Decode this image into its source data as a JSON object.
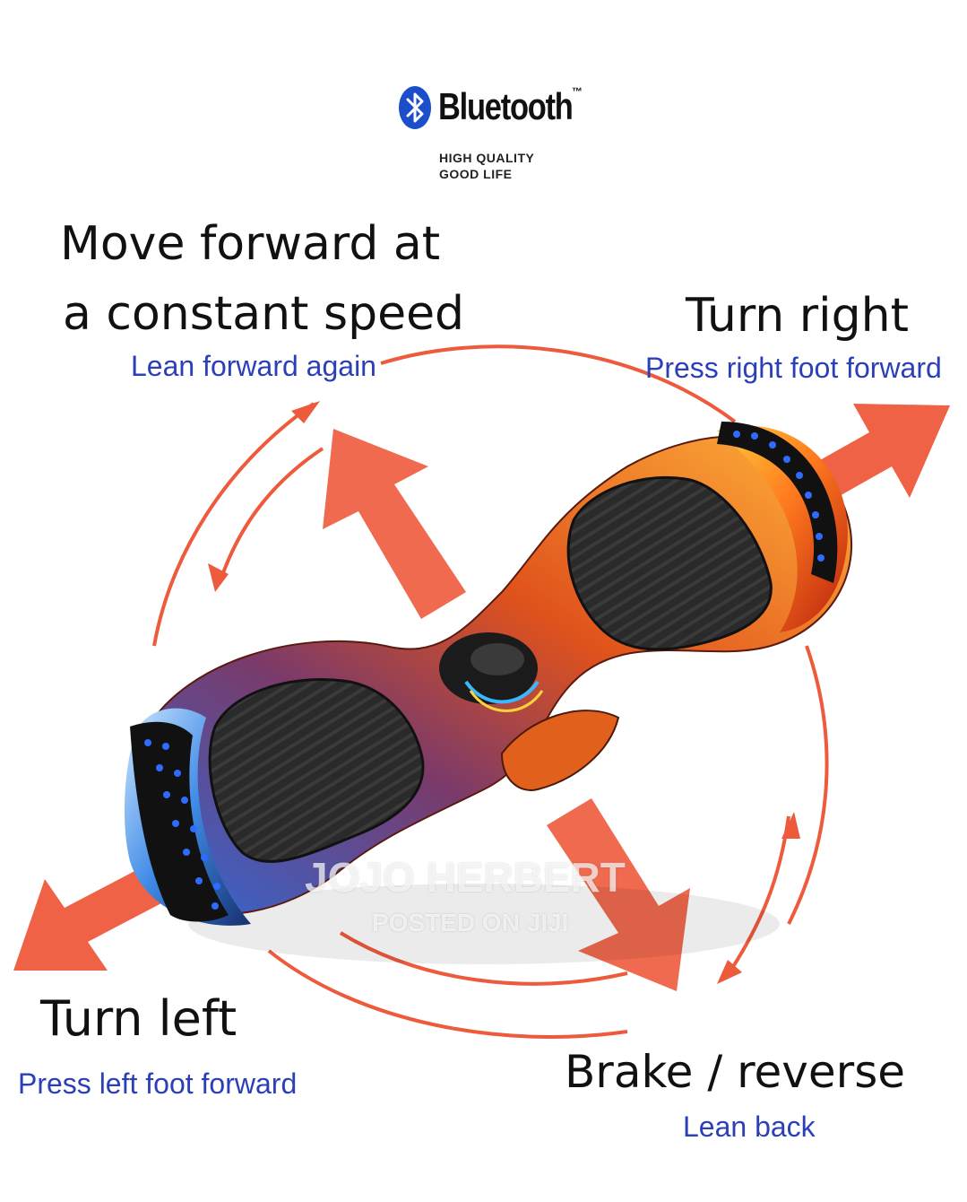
{
  "brand": {
    "name": "Bluetooth",
    "trademark": "™",
    "tagline_1": "HIGH QUALITY",
    "tagline_2": "GOOD LIFE",
    "icon": "bluetooth-icon",
    "color": "#1a4fc9"
  },
  "instructions": {
    "forward": {
      "title_1": "Move forward at",
      "title_2": "a constant speed",
      "subtitle": "Lean forward again"
    },
    "right": {
      "title": "Turn right",
      "subtitle": "Press right foot forward"
    },
    "left": {
      "title": "Turn left",
      "subtitle": "Press left foot forward"
    },
    "brake": {
      "title": "Brake / reverse",
      "subtitle": "Lean back"
    }
  },
  "watermark": {
    "line_1": "JOJO HERBERT",
    "line_2": "POSTED ON JIJI"
  },
  "colors": {
    "arrow": "#ee5a3c",
    "subtitle": "#2b3fb8",
    "led": "#2f6bff"
  }
}
